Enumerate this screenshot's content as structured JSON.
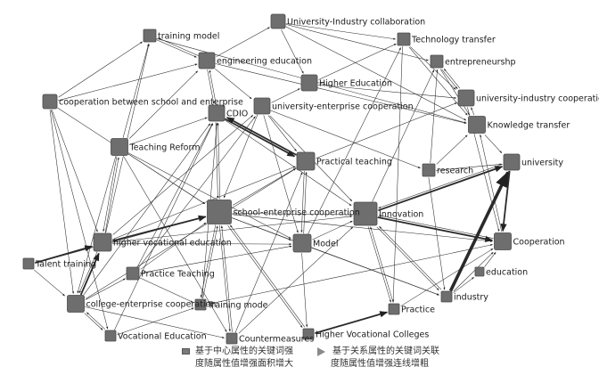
{
  "diagram": {
    "node_color": "#6e6e6e",
    "node_border": "#4a4a4a",
    "edge_color": "#2a2a2a",
    "nodes": [
      {
        "id": "training_model",
        "label": "training model",
        "strength": 3
      },
      {
        "id": "engineering_education",
        "label": "engineering education",
        "strength": 5
      },
      {
        "id": "uic_collab",
        "label": "University-Industry collaboration",
        "strength": 4
      },
      {
        "id": "technology_transfer",
        "label": "Technology transfer",
        "strength": 3
      },
      {
        "id": "entrepreneurship",
        "label": "entrepreneurshp",
        "strength": 3
      },
      {
        "id": "higher_education",
        "label": "Higher Education",
        "strength": 5
      },
      {
        "id": "coop_school_enterprise",
        "label": "cooperation between school and enterprise",
        "strength": 4
      },
      {
        "id": "univ_enterprise_coop",
        "label": "university-enterprise cooperation",
        "strength": 5
      },
      {
        "id": "univ_industry_coop",
        "label": "university-industry cooperation",
        "strength": 5
      },
      {
        "id": "cdio",
        "label": "CDIO",
        "strength": 5
      },
      {
        "id": "knowledge_transfer",
        "label": "Knowledge transfer",
        "strength": 6
      },
      {
        "id": "teaching_reform",
        "label": "Teaching Reform",
        "strength": 6
      },
      {
        "id": "practical_teaching",
        "label": "Practical teaching",
        "strength": 7
      },
      {
        "id": "research",
        "label": "research",
        "strength": 3
      },
      {
        "id": "university",
        "label": "university",
        "strength": 5
      },
      {
        "id": "school_enterprise_coop",
        "label": "school-enterprise cooperation",
        "strength": 14
      },
      {
        "id": "innovation",
        "label": "Innovation",
        "strength": 12
      },
      {
        "id": "model",
        "label": "Model",
        "strength": 7
      },
      {
        "id": "cooperation",
        "label": "Cooperation",
        "strength": 6
      },
      {
        "id": "higher_vocational_education",
        "label": "higher vocational education",
        "strength": 7
      },
      {
        "id": "talent_training",
        "label": "Talent training",
        "strength": 2
      },
      {
        "id": "practice_teaching",
        "label": "Practice Teaching",
        "strength": 3
      },
      {
        "id": "education",
        "label": "education",
        "strength": 1
      },
      {
        "id": "industry",
        "label": "industry",
        "strength": 2
      },
      {
        "id": "college_enterprise_coop",
        "label": "college-enterprise cooperation",
        "strength": 6
      },
      {
        "id": "training_mode",
        "label": "Training mode",
        "strength": 2
      },
      {
        "id": "practice",
        "label": "Practice",
        "strength": 2
      },
      {
        "id": "vocational_education",
        "label": "Vocational Education",
        "strength": 2
      },
      {
        "id": "countermeasures",
        "label": "Countermeasures",
        "strength": 2
      },
      {
        "id": "higher_vocational_colleges",
        "label": "Higher Vocational Colleges",
        "strength": 2
      }
    ],
    "edges": [
      {
        "from": "training_model",
        "to": "engineering_education",
        "weight": 1
      },
      {
        "from": "engineering_education",
        "to": "training_model",
        "weight": 1
      },
      {
        "from": "coop_school_enterprise",
        "to": "training_model",
        "weight": 1
      },
      {
        "from": "coop_school_enterprise",
        "to": "engineering_education",
        "weight": 1
      },
      {
        "from": "teaching_reform",
        "to": "training_model",
        "weight": 1
      },
      {
        "from": "higher_vocational_education",
        "to": "training_model",
        "weight": 1
      },
      {
        "from": "training_model",
        "to": "knowledge_transfer",
        "weight": 1
      },
      {
        "from": "engineering_education",
        "to": "uic_collab",
        "weight": 1
      },
      {
        "from": "engineering_education",
        "to": "cdio",
        "weight": 1
      },
      {
        "from": "cdio",
        "to": "engineering_education",
        "weight": 1
      },
      {
        "from": "engineering_education",
        "to": "univ_enterprise_coop",
        "weight": 1
      },
      {
        "from": "engineering_education",
        "to": "knowledge_transfer",
        "weight": 1
      },
      {
        "from": "teaching_reform",
        "to": "engineering_education",
        "weight": 1
      },
      {
        "from": "uic_collab",
        "to": "technology_transfer",
        "weight": 1
      },
      {
        "from": "uic_collab",
        "to": "entrepreneurship",
        "weight": 1
      },
      {
        "from": "uic_collab",
        "to": "higher_education",
        "weight": 1
      },
      {
        "from": "uic_collab",
        "to": "knowledge_transfer",
        "weight": 1
      },
      {
        "from": "higher_education",
        "to": "technology_transfer",
        "weight": 1
      },
      {
        "from": "higher_education",
        "to": "univ_industry_coop",
        "weight": 1
      },
      {
        "from": "univ_enterprise_coop",
        "to": "higher_education",
        "weight": 1
      },
      {
        "from": "technology_transfer",
        "to": "univ_industry_coop",
        "weight": 1
      },
      {
        "from": "technology_transfer",
        "to": "knowledge_transfer",
        "weight": 1
      },
      {
        "from": "entrepreneurship",
        "to": "univ_industry_coop",
        "weight": 1
      },
      {
        "from": "univ_industry_coop",
        "to": "entrepreneurship",
        "weight": 1
      },
      {
        "from": "entrepreneurship",
        "to": "knowledge_transfer",
        "weight": 1
      },
      {
        "from": "research",
        "to": "entrepreneurship",
        "weight": 1
      },
      {
        "from": "innovation",
        "to": "entrepreneurship",
        "weight": 1
      },
      {
        "from": "model",
        "to": "technology_transfer",
        "weight": 1
      },
      {
        "from": "knowledge_transfer",
        "to": "univ_industry_coop",
        "weight": 1
      },
      {
        "from": "knowledge_transfer",
        "to": "university",
        "weight": 1
      },
      {
        "from": "research",
        "to": "knowledge_transfer",
        "weight": 1
      },
      {
        "from": "cooperation",
        "to": "knowledge_transfer",
        "weight": 1
      },
      {
        "from": "practical_teaching",
        "to": "univ_industry_coop",
        "weight": 1
      },
      {
        "from": "univ_enterprise_coop",
        "to": "research",
        "weight": 1
      },
      {
        "from": "univ_enterprise_coop",
        "to": "practical_teaching",
        "weight": 1
      },
      {
        "from": "cdio",
        "to": "practical_teaching",
        "weight": 2
      },
      {
        "from": "practical_teaching",
        "to": "cdio",
        "weight": 2
      },
      {
        "from": "teaching_reform",
        "to": "cdio",
        "weight": 1
      },
      {
        "from": "research",
        "to": "university",
        "weight": 1
      },
      {
        "from": "innovation",
        "to": "university",
        "weight": 2
      },
      {
        "from": "university",
        "to": "innovation",
        "weight": 1
      },
      {
        "from": "university",
        "to": "cooperation",
        "weight": 2
      },
      {
        "from": "industry",
        "to": "university",
        "weight": 4
      },
      {
        "from": "univ_industry_coop",
        "to": "cooperation",
        "weight": 1
      },
      {
        "from": "innovation",
        "to": "cooperation",
        "weight": 2
      },
      {
        "from": "cooperation",
        "to": "innovation",
        "weight": 1
      },
      {
        "from": "education",
        "to": "cooperation",
        "weight": 1
      },
      {
        "from": "industry",
        "to": "cooperation",
        "weight": 1
      },
      {
        "from": "industry",
        "to": "education",
        "weight": 1
      },
      {
        "from": "school_enterprise_coop",
        "to": "cooperation",
        "weight": 1
      },
      {
        "from": "training_mode",
        "to": "cooperation",
        "weight": 1
      },
      {
        "from": "practice",
        "to": "cooperation",
        "weight": 1
      },
      {
        "from": "innovation",
        "to": "industry",
        "weight": 1
      },
      {
        "from": "industry",
        "to": "innovation",
        "weight": 1
      },
      {
        "from": "model",
        "to": "industry",
        "weight": 1
      },
      {
        "from": "school_enterprise_coop",
        "to": "industry",
        "weight": 1
      },
      {
        "from": "innovation",
        "to": "practice",
        "weight": 1
      },
      {
        "from": "practice",
        "to": "innovation",
        "weight": 1
      },
      {
        "from": "technology_transfer",
        "to": "practice",
        "weight": 1
      },
      {
        "from": "higher_vocational_colleges",
        "to": "practice",
        "weight": 2
      },
      {
        "from": "research",
        "to": "industry",
        "weight": 1
      },
      {
        "from": "school_enterprise_coop",
        "to": "innovation",
        "weight": 1
      },
      {
        "from": "model",
        "to": "innovation",
        "weight": 1
      },
      {
        "from": "higher_vocational_education",
        "to": "innovation",
        "weight": 1
      },
      {
        "from": "countermeasures",
        "to": "innovation",
        "weight": 1
      },
      {
        "from": "cdio",
        "to": "innovation",
        "weight": 1
      },
      {
        "from": "univ_enterprise_coop",
        "to": "innovation",
        "weight": 1
      },
      {
        "from": "practical_teaching",
        "to": "model",
        "weight": 1
      },
      {
        "from": "model",
        "to": "practical_teaching",
        "weight": 1
      },
      {
        "from": "univ_enterprise_coop",
        "to": "model",
        "weight": 1
      },
      {
        "from": "school_enterprise_coop",
        "to": "model",
        "weight": 1
      },
      {
        "from": "higher_vocational_education",
        "to": "model",
        "weight": 1
      },
      {
        "from": "practice_teaching",
        "to": "model",
        "weight": 1
      },
      {
        "from": "model",
        "to": "higher_vocational_colleges",
        "weight": 1
      },
      {
        "from": "school_enterprise_coop",
        "to": "higher_vocational_colleges",
        "weight": 1
      },
      {
        "from": "school_enterprise_coop",
        "to": "practical_teaching",
        "weight": 1
      },
      {
        "from": "higher_vocational_education",
        "to": "practical_teaching",
        "weight": 1
      },
      {
        "from": "college_enterprise_coop",
        "to": "practical_teaching",
        "weight": 1
      },
      {
        "from": "cdio",
        "to": "school_enterprise_coop",
        "weight": 1
      },
      {
        "from": "school_enterprise_coop",
        "to": "cdio",
        "weight": 1
      },
      {
        "from": "univ_enterprise_coop",
        "to": "school_enterprise_coop",
        "weight": 1
      },
      {
        "from": "teaching_reform",
        "to": "school_enterprise_coop",
        "weight": 1
      },
      {
        "from": "higher_vocational_education",
        "to": "school_enterprise_coop",
        "weight": 2
      },
      {
        "from": "talent_training",
        "to": "school_enterprise_coop",
        "weight": 1
      },
      {
        "from": "practice_teaching",
        "to": "school_enterprise_coop",
        "weight": 1
      },
      {
        "from": "training_mode",
        "to": "school_enterprise_coop",
        "weight": 1
      },
      {
        "from": "school_enterprise_coop",
        "to": "training_mode",
        "weight": 1
      },
      {
        "from": "countermeasures",
        "to": "school_enterprise_coop",
        "weight": 1
      },
      {
        "from": "school_enterprise_coop",
        "to": "countermeasures",
        "weight": 1
      },
      {
        "from": "coop_school_enterprise",
        "to": "school_enterprise_coop",
        "weight": 1
      },
      {
        "from": "teaching_reform",
        "to": "higher_vocational_education",
        "weight": 1
      },
      {
        "from": "higher_vocational_education",
        "to": "teaching_reform",
        "weight": 1
      },
      {
        "from": "coop_school_enterprise",
        "to": "higher_vocational_education",
        "weight": 1
      },
      {
        "from": "talent_training",
        "to": "higher_vocational_education",
        "weight": 2
      },
      {
        "from": "college_enterprise_coop",
        "to": "higher_vocational_education",
        "weight": 2
      },
      {
        "from": "higher_vocational_education",
        "to": "college_enterprise_coop",
        "weight": 1
      },
      {
        "from": "teaching_reform",
        "to": "college_enterprise_coop",
        "weight": 1
      },
      {
        "from": "coop_school_enterprise",
        "to": "college_enterprise_coop",
        "weight": 1
      },
      {
        "from": "talent_training",
        "to": "college_enterprise_coop",
        "weight": 1
      },
      {
        "from": "college_enterprise_coop",
        "to": "practice_teaching",
        "weight": 1
      },
      {
        "from": "college_enterprise_coop",
        "to": "vocational_education",
        "weight": 1
      },
      {
        "from": "vocational_education",
        "to": "college_enterprise_coop",
        "weight": 1
      },
      {
        "from": "college_enterprise_coop",
        "to": "countermeasures",
        "weight": 1
      },
      {
        "from": "college_enterprise_coop",
        "to": "cdio",
        "weight": 1
      },
      {
        "from": "practice_teaching",
        "to": "training_mode",
        "weight": 1
      },
      {
        "from": "practice_teaching",
        "to": "cdio",
        "weight": 1
      },
      {
        "from": "practice_teaching",
        "to": "univ_enterprise_coop",
        "weight": 1
      },
      {
        "from": "vocational_education",
        "to": "training_mode",
        "weight": 1
      },
      {
        "from": "vocational_education",
        "to": "cdio",
        "weight": 1
      },
      {
        "from": "coop_school_enterprise",
        "to": "vocational_education",
        "weight": 1
      },
      {
        "from": "teaching_reform",
        "to": "model",
        "weight": 1
      },
      {
        "from": "teaching_reform",
        "to": "countermeasures",
        "weight": 1
      },
      {
        "from": "training_mode",
        "to": "cdio",
        "weight": 1
      },
      {
        "from": "countermeasures",
        "to": "practical_teaching",
        "weight": 1
      },
      {
        "from": "higher_vocational_education",
        "to": "univ_enterprise_coop",
        "weight": 1
      },
      {
        "from": "higher_vocational_colleges",
        "to": "school_enterprise_coop",
        "weight": 1
      }
    ]
  },
  "legend": {
    "node_line1": "基于中心属性的关键词强",
    "node_line2": "度随属性值增强面积增大",
    "edge_line1": "基于关系属性的关键词关联",
    "edge_line2": "度随属性值增强连线增粗"
  }
}
